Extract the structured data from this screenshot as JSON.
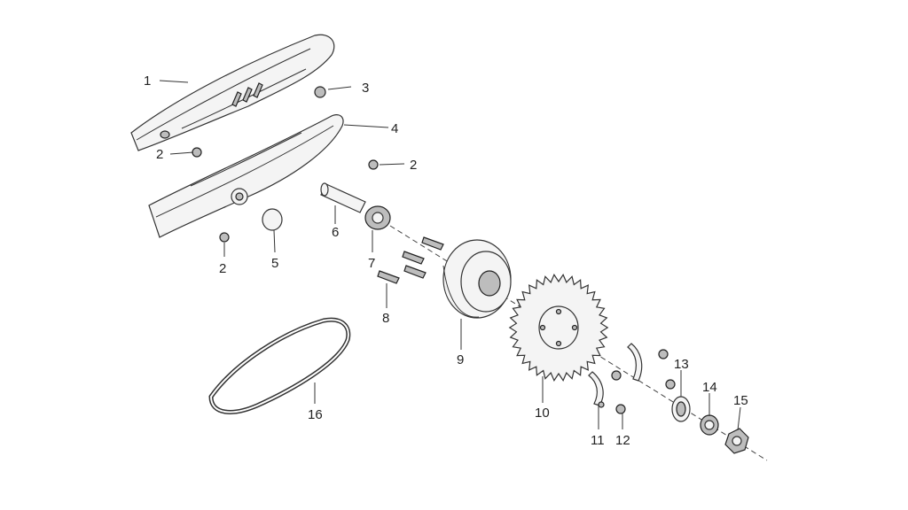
{
  "callouts": {
    "c1": "1",
    "c2a": "2",
    "c2b": "2",
    "c2c": "2",
    "c3": "3",
    "c4": "4",
    "c5": "5",
    "c6": "6",
    "c7": "7",
    "c8": "8",
    "c9": "9",
    "c10": "10",
    "c11": "11",
    "c12": "12",
    "c13": "13",
    "c14": "14",
    "c15": "15",
    "c16": "16"
  }
}
